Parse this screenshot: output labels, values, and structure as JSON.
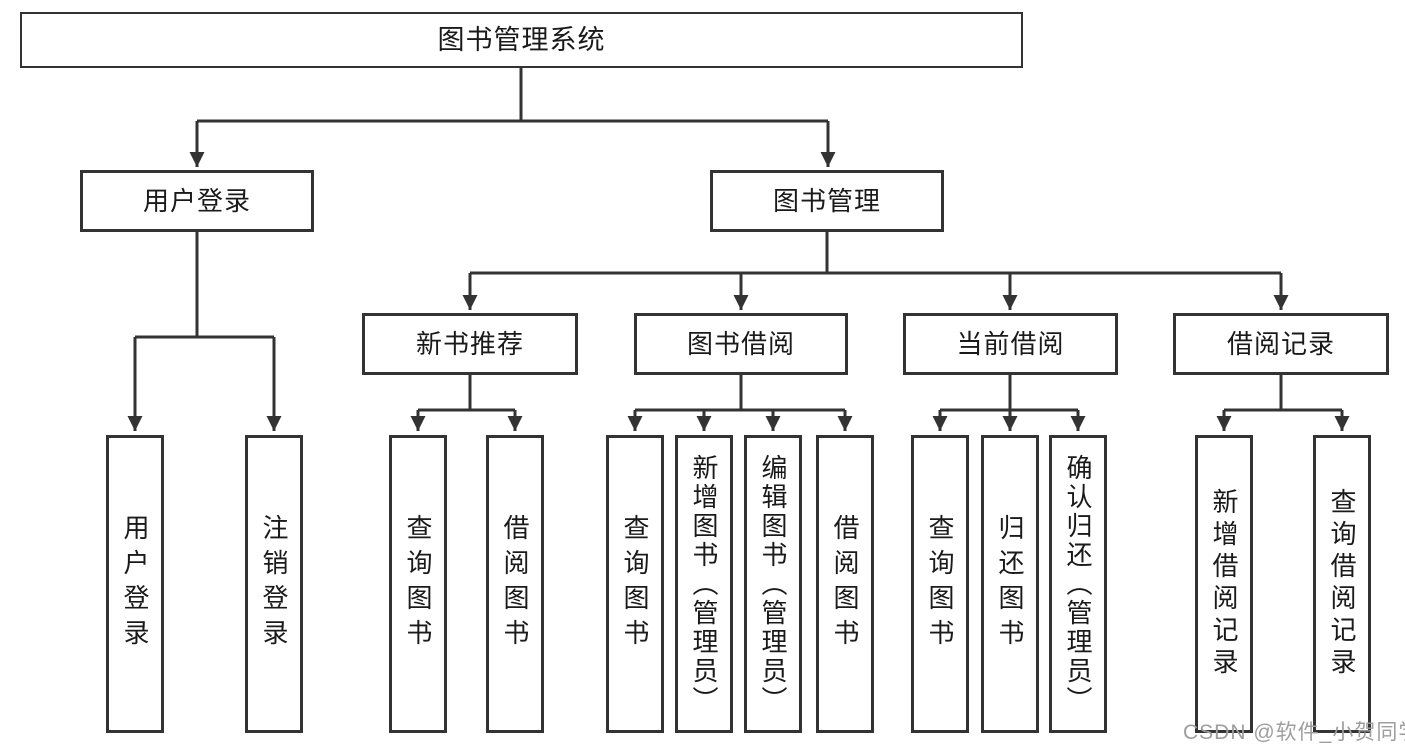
{
  "diagram": {
    "type": "hierarchy-flowchart",
    "colors": {
      "line": "#333333",
      "box_border": "#333333",
      "box_fill": "#ffffff",
      "text": "#1a1a1a",
      "watermark": "#9e9e9e"
    },
    "tree": {
      "label": "图书管理系统",
      "children": [
        {
          "label": "用户登录",
          "children": [
            {
              "label": "用户登录"
            },
            {
              "label": "注销登录"
            }
          ]
        },
        {
          "label": "图书管理",
          "children": [
            {
              "label": "新书推荐",
              "children": [
                {
                  "label": "查询图书"
                },
                {
                  "label": "借阅图书"
                }
              ]
            },
            {
              "label": "图书借阅",
              "children": [
                {
                  "label": "查询图书"
                },
                {
                  "label": "新增图书（管理员）"
                },
                {
                  "label": "编辑图书（管理员）"
                },
                {
                  "label": "借阅图书"
                }
              ]
            },
            {
              "label": "当前借阅",
              "children": [
                {
                  "label": "查询图书"
                },
                {
                  "label": "归还图书"
                },
                {
                  "label": "确认归还（管理员）"
                }
              ]
            },
            {
              "label": "借阅记录",
              "children": [
                {
                  "label": "新增借阅记录"
                },
                {
                  "label": "查询借阅记录"
                }
              ]
            }
          ]
        }
      ]
    },
    "watermark": {
      "text": "CSDN @软件_小贺同学"
    }
  }
}
